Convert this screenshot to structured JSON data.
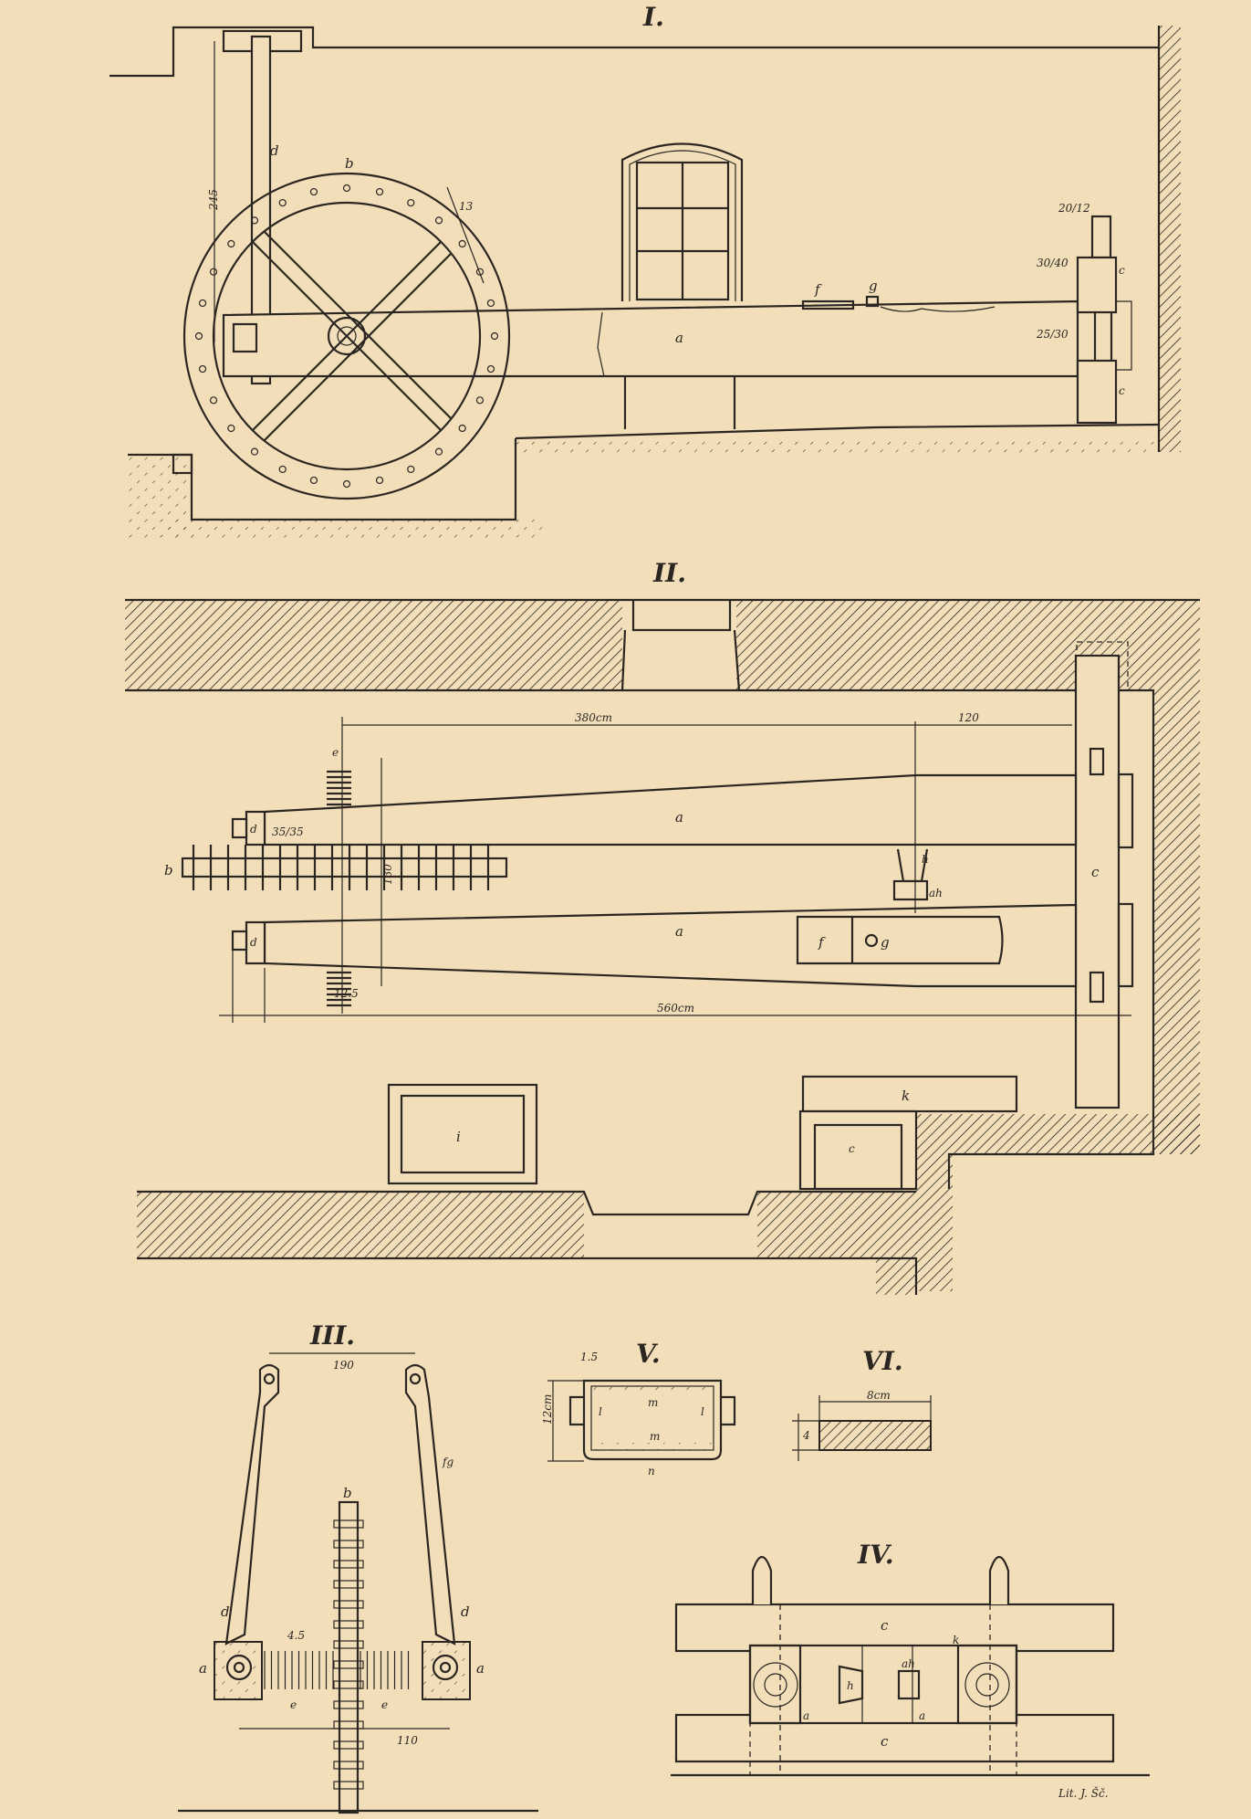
{
  "figures": {
    "fig1": {
      "title": "I.",
      "labels": {
        "beam": "a",
        "wheel": "b",
        "rod": "d",
        "f": "f",
        "g": "g",
        "post_upper": "c",
        "post_lower": "c"
      },
      "dims": {
        "top_post": "20/12",
        "post_mid": "30/40",
        "beam_section": "25/30",
        "rim": "13",
        "rod_len": "245"
      }
    },
    "fig2": {
      "title": "II.",
      "labels": {
        "beam_upper": "a",
        "beam_lower": "a",
        "shaft": "b",
        "post": "c",
        "end_upper": "d",
        "end_lower": "d",
        "spring": "e",
        "block_f": "f",
        "block_g": "g",
        "hook": "h",
        "hook_nut": "ah",
        "box_i": "i",
        "box_k": "k",
        "box_under": "c"
      },
      "dims": {
        "span_main": "380cm",
        "span_right": "120",
        "section": "35/35",
        "total": "560cm",
        "height": "130",
        "spring_dim": "12.5"
      }
    },
    "fig3": {
      "title": "III.",
      "labels": {
        "arm_left": "d",
        "arm_right": "d",
        "block_left": "a",
        "block_right": "a",
        "shaft": "b",
        "screw_left": "e",
        "screw_right": "e",
        "tag": "fg"
      },
      "dims": {
        "top": "190",
        "bottom": "110",
        "pitch": "4.5"
      }
    },
    "fig4": {
      "title": "IV.",
      "labels": {
        "top_plank": "c",
        "bottom_plank": "c",
        "hook": "h",
        "nut": "ah",
        "a_left": "a",
        "a_right": "a",
        "k": "k"
      }
    },
    "fig5": {
      "title": "V.",
      "labels": {
        "top": "m",
        "bottom_inner": "m",
        "bottom": "n",
        "left": "l",
        "right": "l"
      },
      "dims": {
        "height": "12cm",
        "wall": "1.5"
      }
    },
    "fig6": {
      "title": "VI.",
      "dims": {
        "width": "8cm",
        "height": "4"
      }
    }
  },
  "signature": "Lit. J. Šč.",
  "colors": {
    "paper": "#f2dfba",
    "ink": "#2b2622"
  }
}
